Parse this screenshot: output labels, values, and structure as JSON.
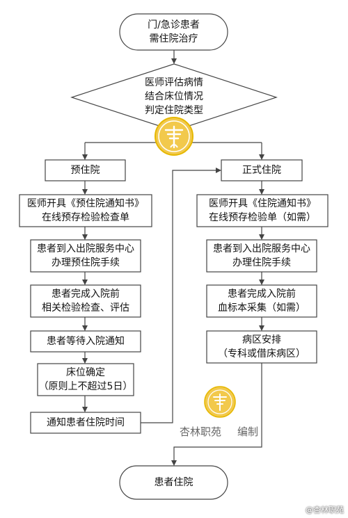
{
  "colors": {
    "stroke": "#444444",
    "box_fill": "#ffffff",
    "logo_fill": "#f2c94c",
    "logo_ring": "#e6b800",
    "logo_mark": "#ffffff"
  },
  "nodes": {
    "start": "门/急诊患者\n需住院治疗",
    "decision": "医师评估病情\n结合床位情况\n判定住院类型",
    "pre_title": "预住院",
    "pre_1": "医师开具《预住院通知书》\n在线预存检验检查单",
    "pre_2": "患者到入出院服务中心\n办理预住院手续",
    "pre_3": "患者完成入院前\n相关检验检查、评估",
    "pre_4": "患者等待入院通知",
    "pre_5": "床位确定\n（原则上不超过5日）",
    "pre_6": "通知患者住院时间",
    "formal_title": "正式住院",
    "formal_1": "医师开具《住院通知书》\n在线预存检验单（如需）",
    "formal_2": "患者到入出院服务中心\n办理住院手续",
    "formal_3": "患者完成入院前\n血标本采集（如需）",
    "formal_4": "病区安排\n（专科或借床病区）",
    "end": "患者住院"
  },
  "credit": {
    "org": "杏林职苑",
    "action": "编制"
  },
  "logo_icon": "xinglin-logo-icon",
  "watermark": "@杏林职苑"
}
